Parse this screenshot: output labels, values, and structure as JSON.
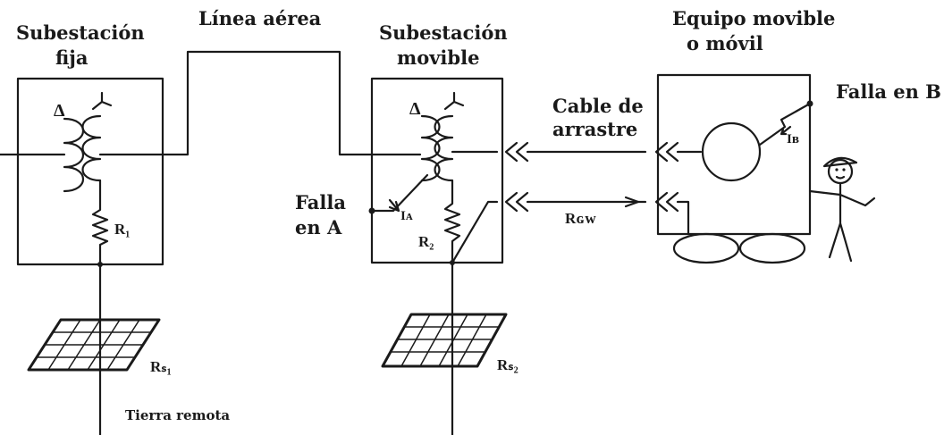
{
  "labels": {
    "fixed_substation": [
      "Subestación",
      "fija"
    ],
    "overhead_line": "Línea aérea",
    "mobile_substation": [
      "Subestación",
      "movible"
    ],
    "mobile_equipment": [
      "Equipo movible",
      "o móvil"
    ],
    "fault_b": "Falla en B",
    "trailing_cable": [
      "Cable de",
      "arrastre"
    ],
    "fault_a": [
      "Falla",
      "en A"
    ],
    "remote_earth": "Tierra remota"
  },
  "symbols": {
    "delta": "Δ",
    "r1": "R₁",
    "r2": "R₂",
    "rs1": "Rₛ₁",
    "rs2": "Rₛ₂",
    "rgw": "Rɢᴡ",
    "ia": "Iᴀ",
    "ib": "Iʙ"
  }
}
